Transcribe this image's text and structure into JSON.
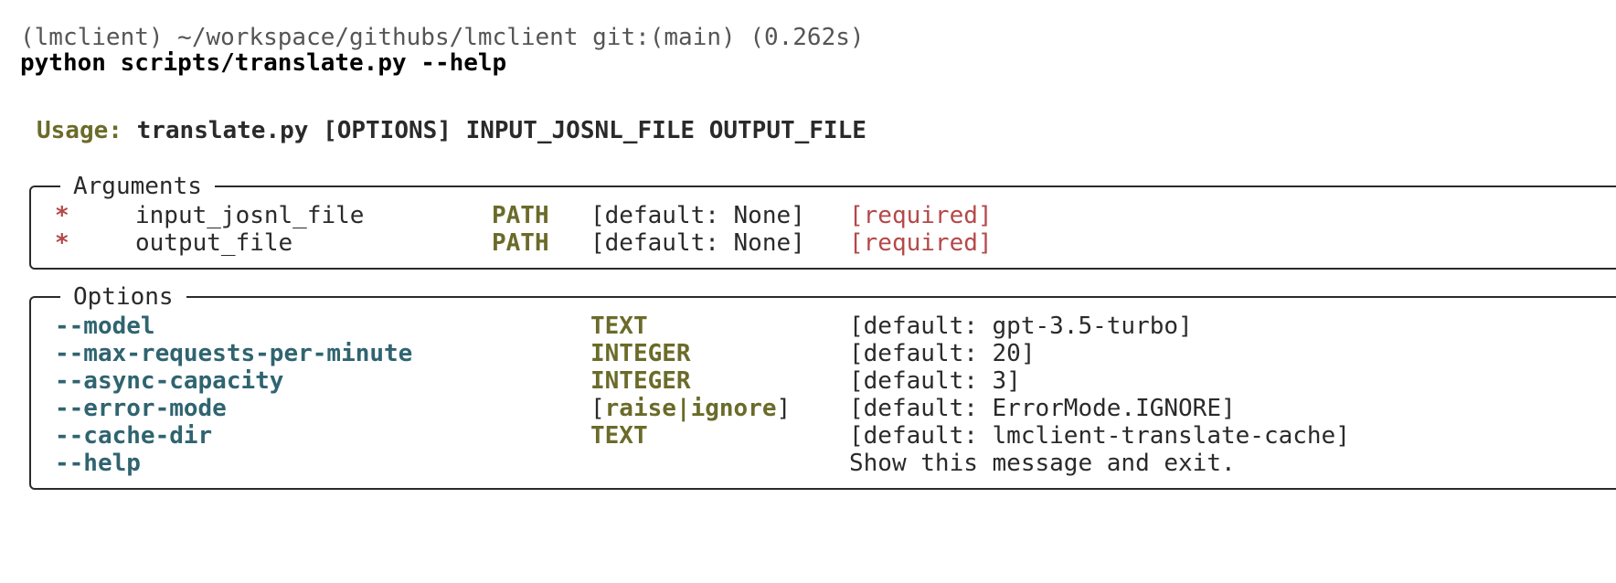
{
  "terminal": {
    "prompt": "(lmclient) ~/workspace/githubs/lmclient git:(main) (0.262s)",
    "command": "python scripts/translate.py --help",
    "usage_label": "Usage:",
    "usage_text": " translate.py [OPTIONS] INPUT_JOSNL_FILE OUTPUT_FILE"
  },
  "arguments_panel": {
    "title": "Arguments",
    "rows": [
      {
        "marker": "*",
        "name": "input_josnl_file",
        "type": "PATH",
        "default": "[default: None]",
        "required": "[required]"
      },
      {
        "marker": "*",
        "name": "output_file",
        "type": "PATH",
        "default": "[default: None]",
        "required": "[required]"
      }
    ]
  },
  "options_panel": {
    "title": "Options",
    "rows": [
      {
        "name": "--model",
        "type": "TEXT",
        "default": "[default: gpt-3.5-turbo]"
      },
      {
        "name": "--max-requests-per-minute",
        "type": "INTEGER",
        "default": "[default: 20]"
      },
      {
        "name": "--async-capacity",
        "type": "INTEGER",
        "default": "[default: 3]"
      },
      {
        "name": "--error-mode",
        "type_open": "[",
        "type_inner": "raise|ignore",
        "type_close": "]",
        "default": "[default: ErrorMode.IGNORE]"
      },
      {
        "name": "--cache-dir",
        "type": "TEXT",
        "default": "[default: lmclient-translate-cache]"
      },
      {
        "name": "--help",
        "type": "",
        "default": "Show this message and exit."
      }
    ]
  },
  "colors": {
    "type_olive": "#6b6b2a",
    "option_teal": "#2f6470",
    "required_red": "#b54848",
    "text_dark": "#2a2a2a"
  }
}
